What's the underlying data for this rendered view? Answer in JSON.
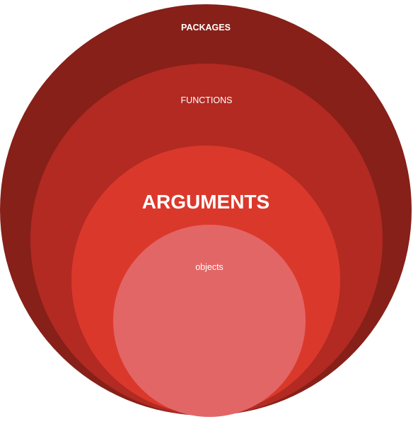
{
  "diagram": {
    "type": "nested-circles",
    "levels": [
      {
        "label": "PACKAGES",
        "color": "#862019"
      },
      {
        "label": "FUNCTIONS",
        "color": "#b22a22"
      },
      {
        "label": "ARGUMENTS",
        "color": "#db382c"
      },
      {
        "label": "objects",
        "color": "#e36666"
      }
    ]
  }
}
